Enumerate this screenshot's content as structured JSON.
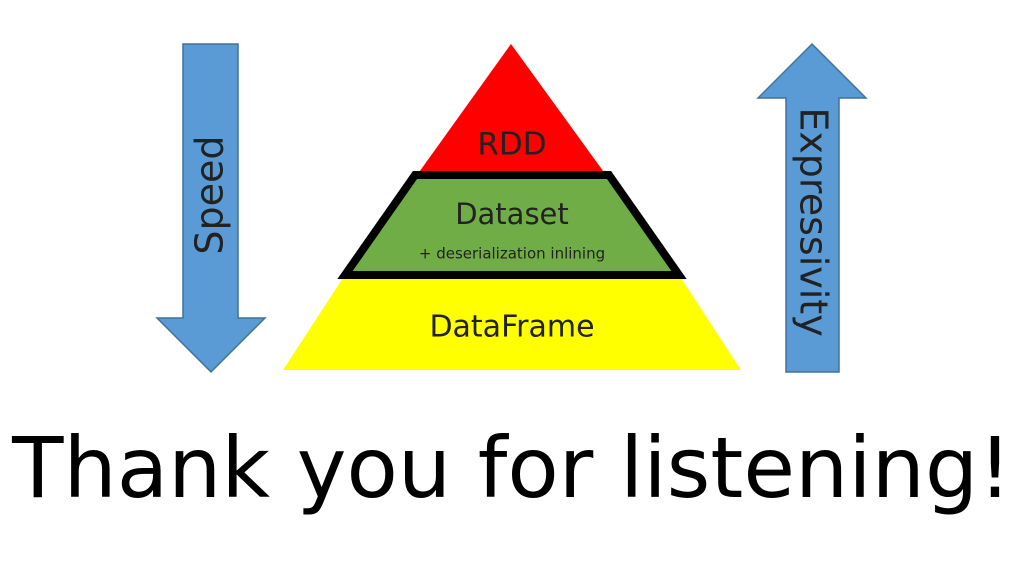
{
  "speed_arrow": {
    "label": "Speed",
    "direction": "down",
    "color": "#5b9bd5"
  },
  "expressivity_arrow": {
    "label": "Expressivity",
    "direction": "up",
    "color": "#5b9bd5"
  },
  "pyramid": {
    "top": {
      "label": "RDD",
      "color": "#ff0000"
    },
    "middle": {
      "label": "Dataset",
      "sublabel": "+ deserialization inlining",
      "color": "#70ad47",
      "border": "#000000"
    },
    "bottom": {
      "label": "DataFrame",
      "color": "#ffff00"
    }
  },
  "closing": {
    "text": "Thank you for listening!"
  }
}
